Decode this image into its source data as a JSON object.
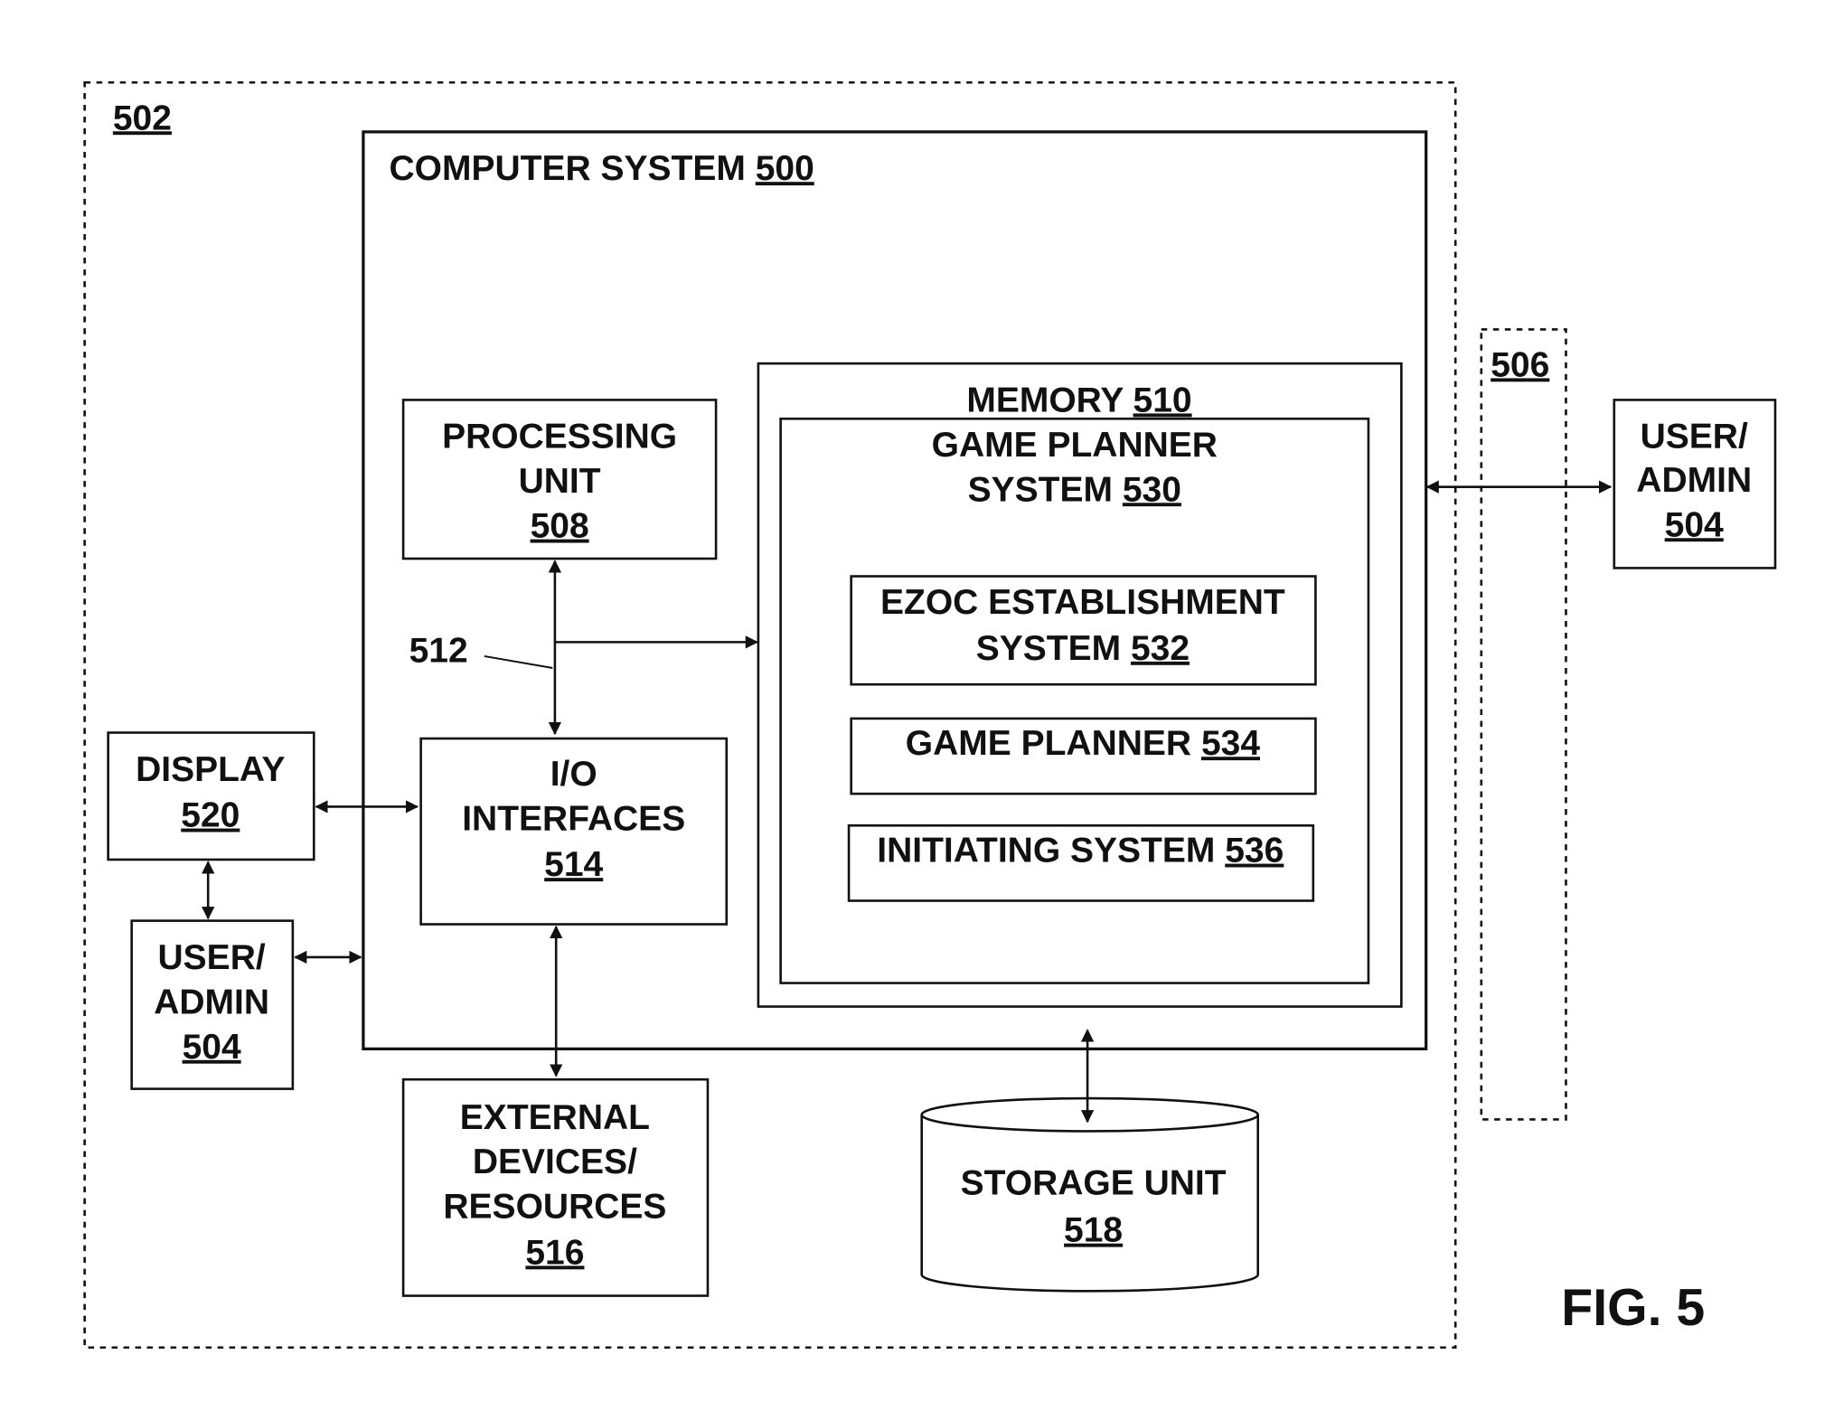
{
  "colors": {
    "ink": "#111111",
    "background": "#ffffff"
  },
  "region_502": {
    "ref": "502"
  },
  "region_506": {
    "ref": "506"
  },
  "computer_system": {
    "label": "COMPUTER SYSTEM ",
    "ref": "500"
  },
  "processing_unit": {
    "line1": "PROCESSING",
    "line2": "UNIT",
    "ref": "508"
  },
  "bus": {
    "ref": "512"
  },
  "io_interfaces": {
    "line1": "I/O",
    "line2": "INTERFACES",
    "ref": "514"
  },
  "memory": {
    "label": "MEMORY ",
    "ref": "510"
  },
  "game_planner_system": {
    "line1": "GAME PLANNER",
    "line2": "SYSTEM ",
    "ref": "530"
  },
  "ezoc_establishment_system": {
    "line1": "EZOC ESTABLISHMENT",
    "line2": "SYSTEM ",
    "ref": "532"
  },
  "game_planner": {
    "label": "GAME PLANNER ",
    "ref": "534"
  },
  "initiating_system": {
    "label": "INITIATING SYSTEM ",
    "ref": "536"
  },
  "display": {
    "label": "DISPLAY",
    "ref": "520"
  },
  "user_admin_left": {
    "line1": "USER/",
    "line2": "ADMIN",
    "ref": "504"
  },
  "user_admin_right": {
    "line1": "USER/",
    "line2": "ADMIN",
    "ref": "504"
  },
  "external_devices": {
    "line1": "EXTERNAL",
    "line2": "DEVICES/",
    "line3": "RESOURCES",
    "ref": "516"
  },
  "storage_unit": {
    "label": "STORAGE UNIT",
    "ref": "518"
  },
  "figure": {
    "label": "FIG. 5"
  }
}
